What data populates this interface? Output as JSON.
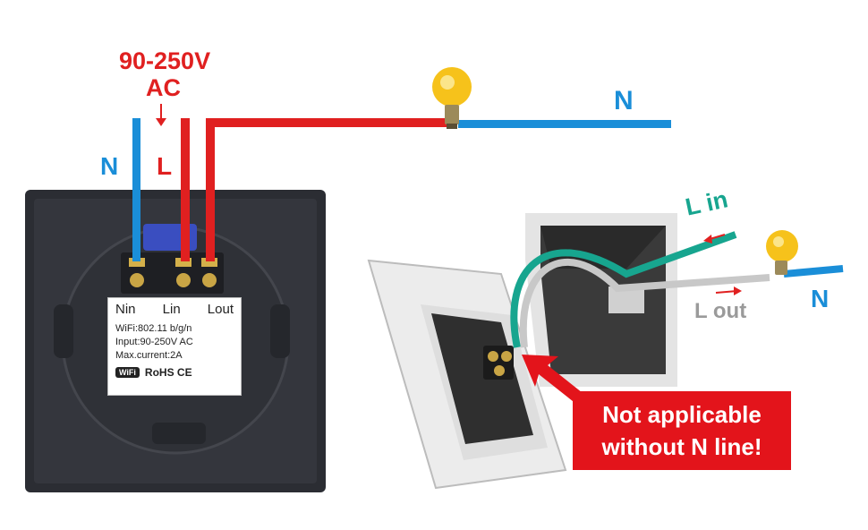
{
  "supply": {
    "voltage": "90-250V",
    "type": "AC"
  },
  "wire_labels": {
    "neutral_left": "N",
    "live_left": "L",
    "neutral_top": "N",
    "l_in": "L in",
    "l_out": "L out",
    "neutral_right": "N"
  },
  "spec_label": {
    "terminals": [
      "Nin",
      "Lin",
      "Lout"
    ],
    "wifi_line": "WiFi:802.11 b/g/n",
    "input_line": "Input:90-250V AC",
    "current_line": "Max.current:2A",
    "wifi_badge": "WiFi",
    "certifications": "RoHS CE"
  },
  "warning": {
    "line1": "Not applicable",
    "line2": "without N line!"
  },
  "colors": {
    "live": "#e02020",
    "neutral": "#1a8ed8",
    "l_in_wire": "#17a58f",
    "l_out_wire": "#c8c8c8",
    "warning_bg": "#e3141b"
  }
}
